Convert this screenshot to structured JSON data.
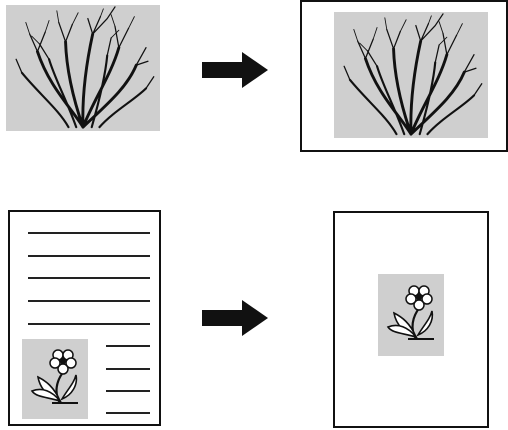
{
  "colors": {
    "photo_background": "#cfcfcf",
    "ink": "#111111",
    "page_background": "#ffffff"
  },
  "rows": [
    {
      "source": "bush-image",
      "result": "bush-image-on-framed-page",
      "arrow": "right-arrow-icon"
    },
    {
      "source": "document-page-with-text-lines-and-flower-image",
      "result": "flower-image-centered-on-page",
      "arrow": "right-arrow-icon"
    }
  ]
}
